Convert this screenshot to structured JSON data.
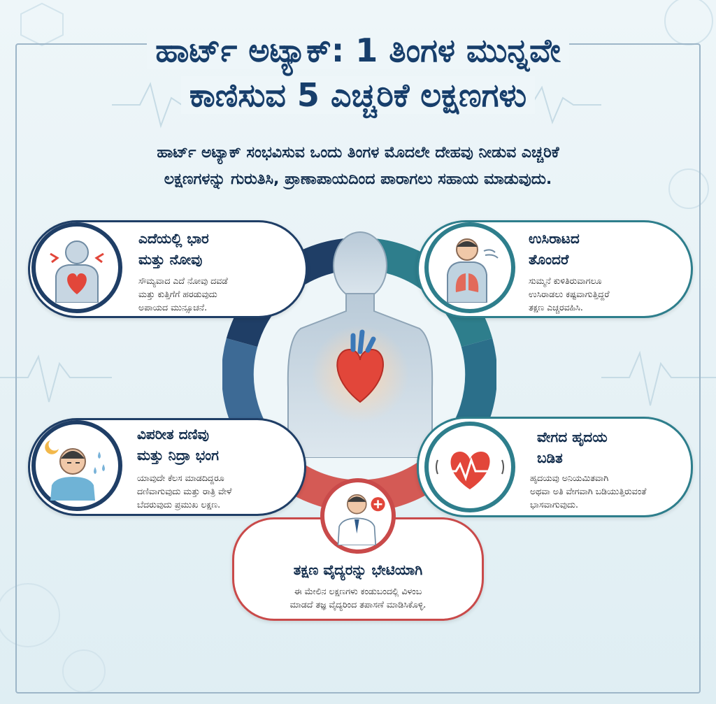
{
  "header": {
    "title_line1": "ಹಾರ್ಟ್ ಅಟ್ಯಾಕ್: 1 ತಿಂಗಳ ಮುನ್ನವೇ",
    "title_line2": "ಕಾಣಿಸುವ 5 ಎಚ್ಚರಿಕೆ ಲಕ್ಷಣಗಳು",
    "subtitle_line1": "ಹಾರ್ಟ್ ಅಟ್ಯಾಕ್ ಸಂಭವಿಸುವ ಒಂದು ತಿಂಗಳ ಮೊದಲೇ ದೇಹವು ನೀಡುವ ಎಚ್ಚರಿಕೆ",
    "subtitle_line2": "ಲಕ್ಷಣಗಳನ್ನು ಗುರುತಿಸಿ, ಪ್ರಾಣಾಪಾಯದಿಂದ ಪಾರಾಗಲು ಸಹಾಯ ಮಾಡುವುದು."
  },
  "cards": {
    "chest": {
      "title_line1": "ಎದೆಯಲ್ಲಿ ಭಾರ",
      "title_line2": "ಮತ್ತು ನೋವು",
      "desc_line1": "ಸೌಮ್ಯವಾದ ಎದೆ ನೋವು ದವಡೆ",
      "desc_line2": "ಮತ್ತು ಕುತ್ತಿಗೆಗೆ ಹರಡುವುದು",
      "desc_line3": "ಅಪಾಯದ ಮುನ್ಸೂಚನೆ.",
      "icon": "chest-pain-icon"
    },
    "breath": {
      "title_line1": "ಉಸಿರಾಟದ",
      "title_line2": "ತೊಂದರೆ",
      "desc_line1": "ಸುಮ್ಮನೆ ಕುಳಿತಿರುವಾಗಲೂ",
      "desc_line2": "ಉಸಿರಾಡಲು ಕಷ್ಟವಾಗುತ್ತಿದ್ದರೆ",
      "desc_line3": "ತಕ್ಷಣ ಎಚ್ಚರವಹಿಸಿ.",
      "icon": "lungs-icon"
    },
    "fatigue": {
      "title_line1": "ವಿಪರೀತ ದಣಿವು",
      "title_line2": "ಮತ್ತು ನಿದ್ರಾ ಭಂಗ",
      "desc_line1": "ಯಾವುದೇ ಕೆಲಸ ಮಾಡದಿದ್ದರೂ",
      "desc_line2": "ದಣಿವಾಗುವುದು ಮತ್ತು ರಾತ್ರಿ ವೇಳೆ",
      "desc_line3": "ಬೆದರುವುದು ಪ್ರಮುಖ ಲಕ್ಷಣ.",
      "icon": "tired-person-icon"
    },
    "heartbeat": {
      "title_line1": "ವೇಗದ ಹೃದಯ",
      "title_line2": "ಬಡಿತ",
      "desc_line1": "ಹೃದಯವು ಅನಿಯಮಿತವಾಗಿ",
      "desc_line2": "ಅಥವಾ ಅತಿ ವೇಗವಾಗಿ ಬಡಿಯುತ್ತಿರುವಂತೆ",
      "desc_line3": "ಭಾಸವಾಗುವುದು.",
      "icon": "heartbeat-icon"
    },
    "doctor": {
      "title": "ತಕ್ಷಣ ವೈದ್ಯರನ್ನು ಭೇಟಿಯಾಗಿ",
      "desc_line1": "ಈ ಮೇಲಿನ ಲಕ್ಷಣಗಳು ಕಂಡುಬಂದಲ್ಲಿ ವಿಳಂಬ",
      "desc_line2": "ಮಾಡದೆ ತಜ್ಞ ವೈದ್ಯರಿಂದ ತಪಾಸಣೆ ಮಾಡಿಸಿಕೊಳ್ಳಿ.",
      "icon": "doctor-icon"
    }
  },
  "colors": {
    "navy": "#1f3e66",
    "teal": "#2e7e8c",
    "red": "#c94a4a",
    "title": "#173e6b"
  }
}
